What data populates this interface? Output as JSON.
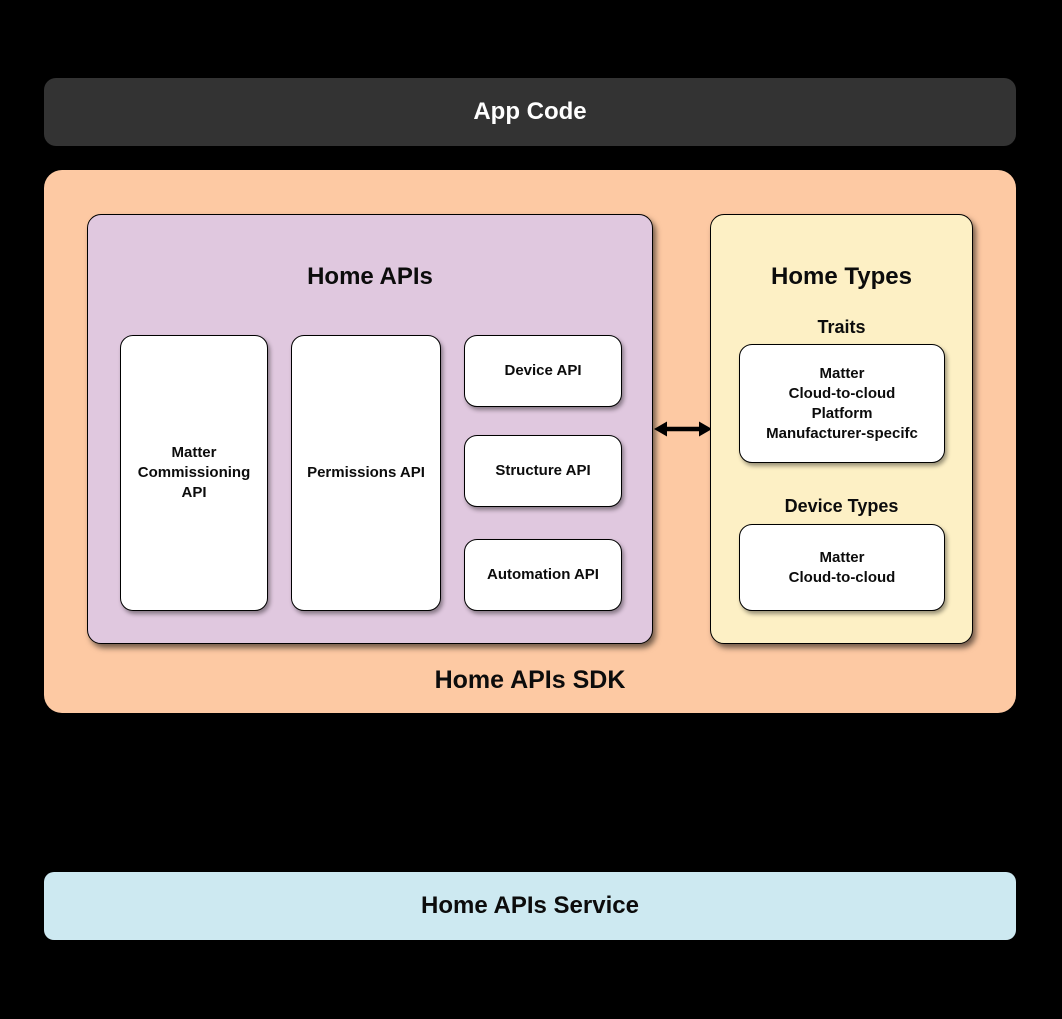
{
  "app_code": {
    "label": "App Code"
  },
  "sdk": {
    "label": "Home APIs SDK",
    "home_apis": {
      "title": "Home APIs",
      "cards": {
        "matter_commissioning": "Matter Commissioning API",
        "permissions": "Permissions API",
        "device": "Device API",
        "structure": "Structure API",
        "automation": "Automation API"
      }
    },
    "home_types": {
      "title": "Home Types",
      "traits": {
        "heading": "Traits",
        "items": [
          "Matter",
          "Cloud-to-cloud",
          "Platform",
          "Manufacturer-specifc"
        ]
      },
      "device_types": {
        "heading": "Device Types",
        "items": [
          "Matter",
          "Cloud-to-cloud"
        ]
      }
    }
  },
  "service": {
    "label": "Home APIs Service"
  },
  "colors": {
    "background": "#000000",
    "app_code_bg": "#333333",
    "sdk_bg": "#fdc9a3",
    "home_apis_bg": "#e0c8df",
    "home_types_bg": "#fdf0c5",
    "service_bg": "#cde9f1",
    "card_bg": "#ffffff",
    "text_dark": "#0c0c0c",
    "text_light": "#ffffff",
    "arrow": "#000000"
  }
}
